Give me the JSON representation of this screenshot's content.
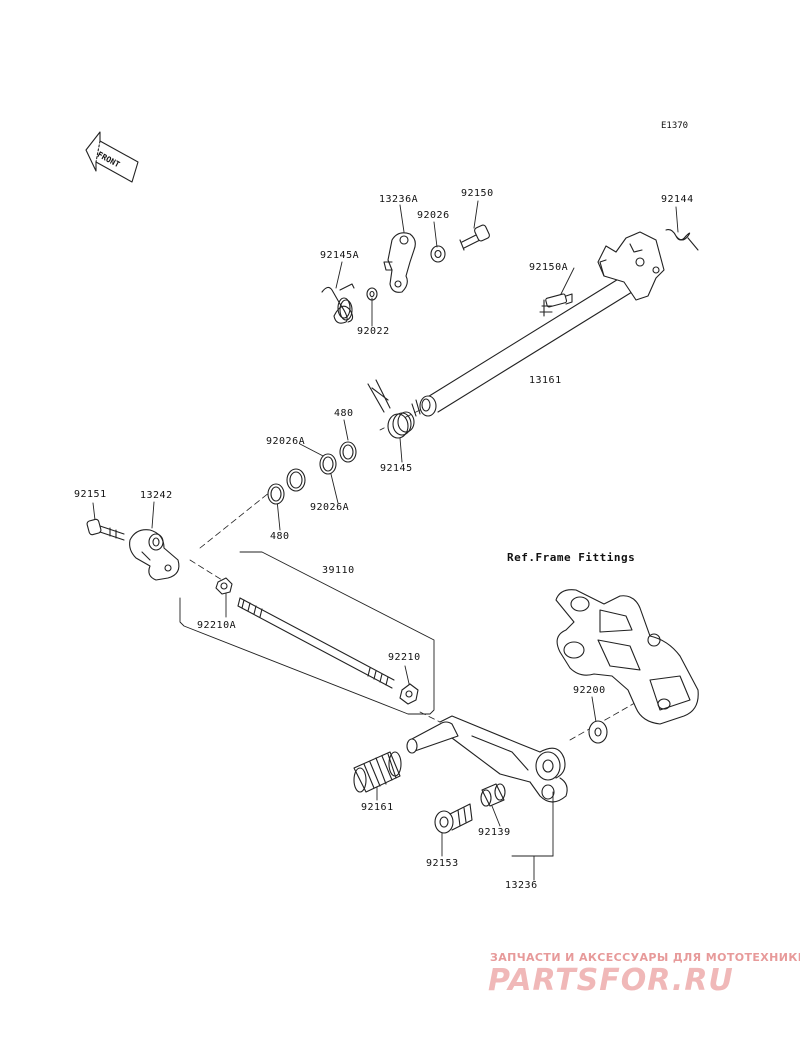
{
  "diagram_code": "E1370",
  "front_arrow_text": "FRONT",
  "ref_note": "Ref.Frame Fittings",
  "parts": [
    {
      "id": "13236A",
      "label": "13236A"
    },
    {
      "id": "92150",
      "label": "92150"
    },
    {
      "id": "92026",
      "label": "92026"
    },
    {
      "id": "92144",
      "label": "92144"
    },
    {
      "id": "92145A",
      "label": "92145A"
    },
    {
      "id": "92150A",
      "label": "92150A"
    },
    {
      "id": "92022",
      "label": "92022"
    },
    {
      "id": "13161",
      "label": "13161"
    },
    {
      "id": "480-upper",
      "label": "480"
    },
    {
      "id": "92026A-upper",
      "label": "92026A"
    },
    {
      "id": "92145",
      "label": "92145"
    },
    {
      "id": "92151",
      "label": "92151"
    },
    {
      "id": "13242",
      "label": "13242"
    },
    {
      "id": "92026A-lower",
      "label": "92026A"
    },
    {
      "id": "480-lower",
      "label": "480"
    },
    {
      "id": "39110",
      "label": "39110"
    },
    {
      "id": "92210A",
      "label": "92210A"
    },
    {
      "id": "92210",
      "label": "92210"
    },
    {
      "id": "92200",
      "label": "92200"
    },
    {
      "id": "92161",
      "label": "92161"
    },
    {
      "id": "92139",
      "label": "92139"
    },
    {
      "id": "92153",
      "label": "92153"
    },
    {
      "id": "13236",
      "label": "13236"
    }
  ],
  "watermark": {
    "line1": "ЗАПЧАСТИ И АКСЕССУАРЫ ДЛЯ МОТОТЕХНИКИ",
    "line2": "PARTSFOR.RU"
  }
}
